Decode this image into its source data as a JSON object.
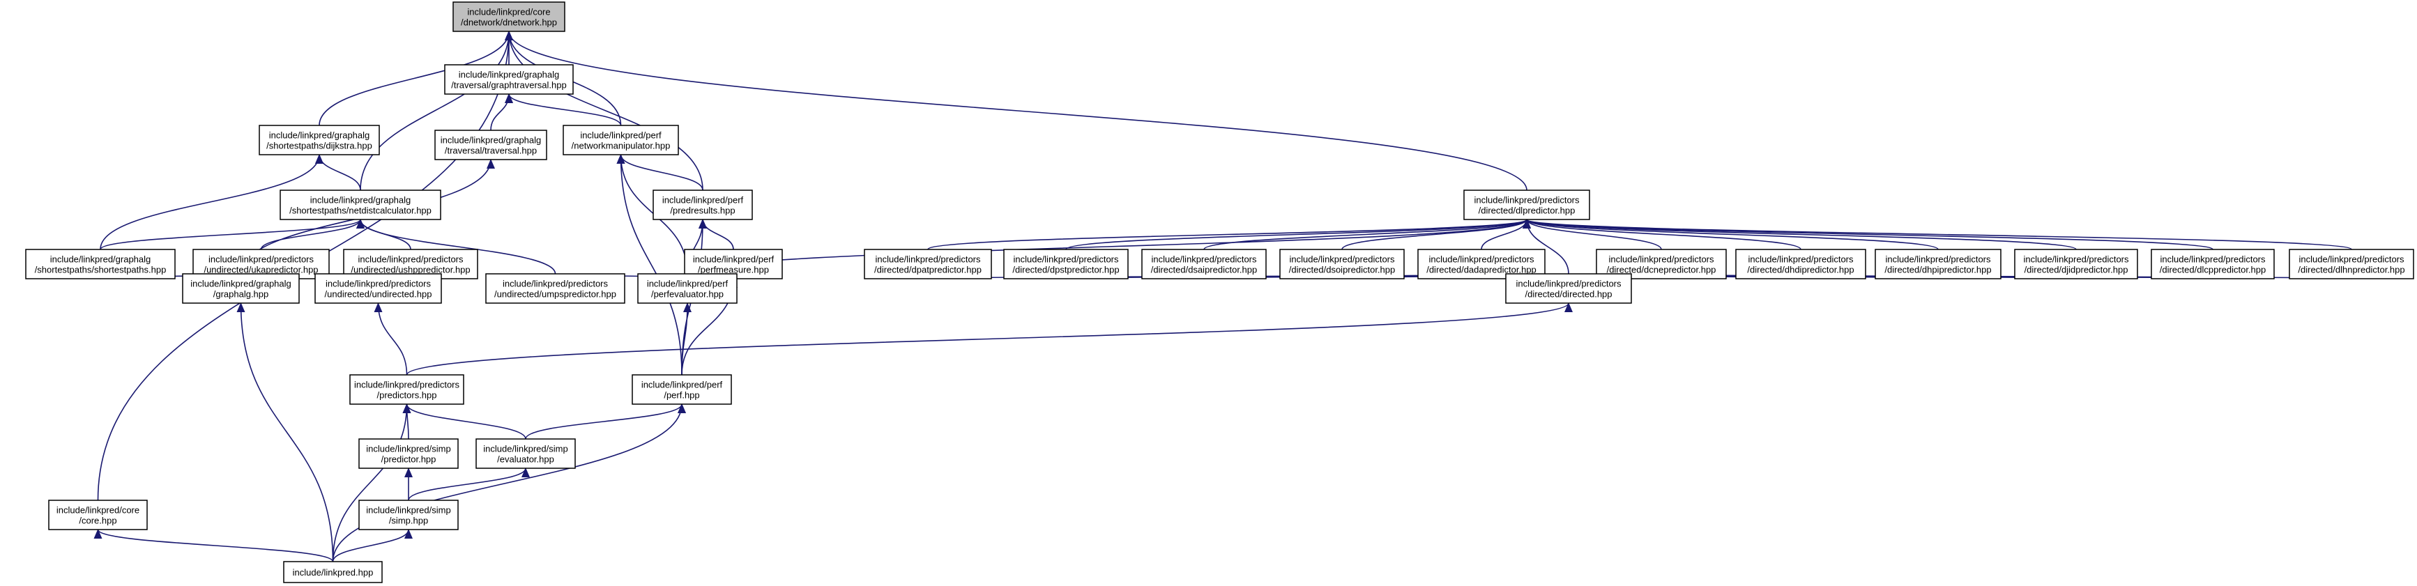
{
  "diagram": {
    "root": "dnetwork",
    "colors": {
      "edge": "#191970",
      "root_fill": "#bfbfbf",
      "node_fill": "#ffffff",
      "node_border": "#000000"
    },
    "nodes": [
      {
        "id": "dnetwork",
        "lines": [
          "include/linkpred/core",
          "/dnetwork/dnetwork.hpp"
        ]
      },
      {
        "id": "graphtraversal",
        "lines": [
          "include/linkpred/graphalg",
          "/traversal/graphtraversal.hpp"
        ]
      },
      {
        "id": "dijkstra",
        "lines": [
          "include/linkpred/graphalg",
          "/shortestpaths/dijkstra.hpp"
        ]
      },
      {
        "id": "traversal",
        "lines": [
          "include/linkpred/graphalg",
          "/traversal/traversal.hpp"
        ]
      },
      {
        "id": "networkmanipulator",
        "lines": [
          "include/linkpred/perf",
          "/networkmanipulator.hpp"
        ]
      },
      {
        "id": "netdistcalculator",
        "lines": [
          "include/linkpred/graphalg",
          "/shortestpaths/netdistcalculator.hpp"
        ]
      },
      {
        "id": "predresults",
        "lines": [
          "include/linkpred/perf",
          "/predresults.hpp"
        ]
      },
      {
        "id": "shortestpaths",
        "lines": [
          "include/linkpred/graphalg",
          "/shortestpaths/shortestpaths.hpp"
        ]
      },
      {
        "id": "ukapredictor",
        "lines": [
          "include/linkpred/predictors",
          "/undirected/ukapredictor.hpp"
        ]
      },
      {
        "id": "ushppredictor",
        "lines": [
          "include/linkpred/predictors",
          "/undirected/ushppredictor.hpp"
        ]
      },
      {
        "id": "perfmeasure",
        "lines": [
          "include/linkpred/perf",
          "/perfmeasure.hpp"
        ]
      },
      {
        "id": "graphalg",
        "lines": [
          "include/linkpred/graphalg",
          "/graphalg.hpp"
        ]
      },
      {
        "id": "undirected",
        "lines": [
          "include/linkpred/predictors",
          "/undirected/undirected.hpp"
        ]
      },
      {
        "id": "umpspredictor",
        "lines": [
          "include/linkpred/predictors",
          "/undirected/umpspredictor.hpp"
        ]
      },
      {
        "id": "perfevaluator",
        "lines": [
          "include/linkpred/perf",
          "/perfevaluator.hpp"
        ]
      },
      {
        "id": "predictors",
        "lines": [
          "include/linkpred/predictors",
          "/predictors.hpp"
        ]
      },
      {
        "id": "perf",
        "lines": [
          "include/linkpred/perf",
          "/perf.hpp"
        ]
      },
      {
        "id": "simppredictor",
        "lines": [
          "include/linkpred/simp",
          "/predictor.hpp"
        ]
      },
      {
        "id": "evaluator",
        "lines": [
          "include/linkpred/simp",
          "/evaluator.hpp"
        ]
      },
      {
        "id": "simp",
        "lines": [
          "include/linkpred/simp",
          "/simp.hpp"
        ]
      },
      {
        "id": "core",
        "lines": [
          "include/linkpred/core",
          "/core.hpp"
        ]
      },
      {
        "id": "linkpred",
        "lines": [
          "include/linkpred.hpp"
        ]
      },
      {
        "id": "dlpredictor",
        "lines": [
          "include/linkpred/predictors",
          "/directed/dlpredictor.hpp"
        ]
      },
      {
        "id": "dpatpredictor",
        "lines": [
          "include/linkpred/predictors",
          "/directed/dpatpredictor.hpp"
        ]
      },
      {
        "id": "dpstpredictor",
        "lines": [
          "include/linkpred/predictors",
          "/directed/dpstpredictor.hpp"
        ]
      },
      {
        "id": "dsaipredictor",
        "lines": [
          "include/linkpred/predictors",
          "/directed/dsaipredictor.hpp"
        ]
      },
      {
        "id": "dsoipredictor",
        "lines": [
          "include/linkpred/predictors",
          "/directed/dsoipredictor.hpp"
        ]
      },
      {
        "id": "dadapredictor",
        "lines": [
          "include/linkpred/predictors",
          "/directed/dadapredictor.hpp"
        ]
      },
      {
        "id": "dcnepredictor",
        "lines": [
          "include/linkpred/predictors",
          "/directed/dcnepredictor.hpp"
        ]
      },
      {
        "id": "dhdipredictor",
        "lines": [
          "include/linkpred/predictors",
          "/directed/dhdipredictor.hpp"
        ]
      },
      {
        "id": "dhpipredictor",
        "lines": [
          "include/linkpred/predictors",
          "/directed/dhpipredictor.hpp"
        ]
      },
      {
        "id": "djidpredictor",
        "lines": [
          "include/linkpred/predictors",
          "/directed/djidpredictor.hpp"
        ]
      },
      {
        "id": "dlcppredictor",
        "lines": [
          "include/linkpred/predictors",
          "/directed/dlcppredictor.hpp"
        ]
      },
      {
        "id": "dlhnpredictor",
        "lines": [
          "include/linkpred/predictors",
          "/directed/dlhnpredictor.hpp"
        ]
      },
      {
        "id": "directed",
        "lines": [
          "include/linkpred/predictors",
          "/directed/directed.hpp"
        ]
      }
    ],
    "edges": [
      [
        "graphtraversal",
        "dnetwork"
      ],
      [
        "dijkstra",
        "dnetwork"
      ],
      [
        "netdistcalculator",
        "dnetwork"
      ],
      [
        "networkmanipulator",
        "dnetwork"
      ],
      [
        "predresults",
        "dnetwork"
      ],
      [
        "core",
        "dnetwork"
      ],
      [
        "dlpredictor",
        "dnetwork"
      ],
      [
        "traversal",
        "graphtraversal"
      ],
      [
        "networkmanipulator",
        "graphtraversal"
      ],
      [
        "netdistcalculator",
        "dijkstra"
      ],
      [
        "shortestpaths",
        "dijkstra"
      ],
      [
        "graphalg",
        "traversal"
      ],
      [
        "predresults",
        "networkmanipulator"
      ],
      [
        "perfevaluator",
        "networkmanipulator"
      ],
      [
        "perf",
        "networkmanipulator"
      ],
      [
        "shortestpaths",
        "netdistcalculator"
      ],
      [
        "ukapredictor",
        "netdistcalculator"
      ],
      [
        "ushppredictor",
        "netdistcalculator"
      ],
      [
        "umpspredictor",
        "netdistcalculator"
      ],
      [
        "perfmeasure",
        "predresults"
      ],
      [
        "perfevaluator",
        "predresults"
      ],
      [
        "perf",
        "predresults"
      ],
      [
        "graphalg",
        "shortestpaths"
      ],
      [
        "undirected",
        "ukapredictor"
      ],
      [
        "undirected",
        "ushppredictor"
      ],
      [
        "umpspredictor",
        "perfmeasure"
      ],
      [
        "perfevaluator",
        "perfmeasure"
      ],
      [
        "perf",
        "perfmeasure"
      ],
      [
        "linkpred",
        "graphalg"
      ],
      [
        "predictors",
        "undirected"
      ],
      [
        "perf",
        "perfevaluator"
      ],
      [
        "simppredictor",
        "predictors"
      ],
      [
        "evaluator",
        "predictors"
      ],
      [
        "linkpred",
        "predictors"
      ],
      [
        "evaluator",
        "perf"
      ],
      [
        "linkpred",
        "perf"
      ],
      [
        "simp",
        "simppredictor"
      ],
      [
        "simp",
        "evaluator"
      ],
      [
        "linkpred",
        "simp"
      ],
      [
        "linkpred",
        "core"
      ],
      [
        "dpatpredictor",
        "dlpredictor"
      ],
      [
        "dpstpredictor",
        "dlpredictor"
      ],
      [
        "dsaipredictor",
        "dlpredictor"
      ],
      [
        "dsoipredictor",
        "dlpredictor"
      ],
      [
        "dadapredictor",
        "dlpredictor"
      ],
      [
        "dcnepredictor",
        "dlpredictor"
      ],
      [
        "dhdipredictor",
        "dlpredictor"
      ],
      [
        "dhpipredictor",
        "dlpredictor"
      ],
      [
        "djidpredictor",
        "dlpredictor"
      ],
      [
        "dlcppredictor",
        "dlpredictor"
      ],
      [
        "dlhnpredictor",
        "dlpredictor"
      ],
      [
        "directed",
        "dlpredictor"
      ],
      [
        "perfevaluator",
        "dlpredictor"
      ],
      [
        "directed",
        "dpatpredictor"
      ],
      [
        "directed",
        "dpstpredictor"
      ],
      [
        "directed",
        "dsaipredictor"
      ],
      [
        "directed",
        "dsoipredictor"
      ],
      [
        "directed",
        "dadapredictor"
      ],
      [
        "directed",
        "dcnepredictor"
      ],
      [
        "directed",
        "dhdipredictor"
      ],
      [
        "directed",
        "dhpipredictor"
      ],
      [
        "directed",
        "djidpredictor"
      ],
      [
        "directed",
        "dlcppredictor"
      ],
      [
        "directed",
        "dlhnpredictor"
      ],
      [
        "predictors",
        "directed"
      ]
    ]
  }
}
